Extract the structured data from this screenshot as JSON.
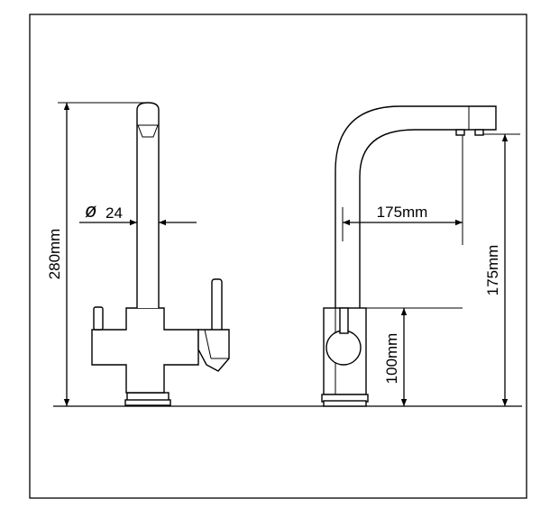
{
  "labels": {
    "height_total": "280mm",
    "diameter_symbol": "ø",
    "diameter_value": "24",
    "reach": "175mm",
    "spout_height": "175mm",
    "lever_height": "100mm"
  }
}
